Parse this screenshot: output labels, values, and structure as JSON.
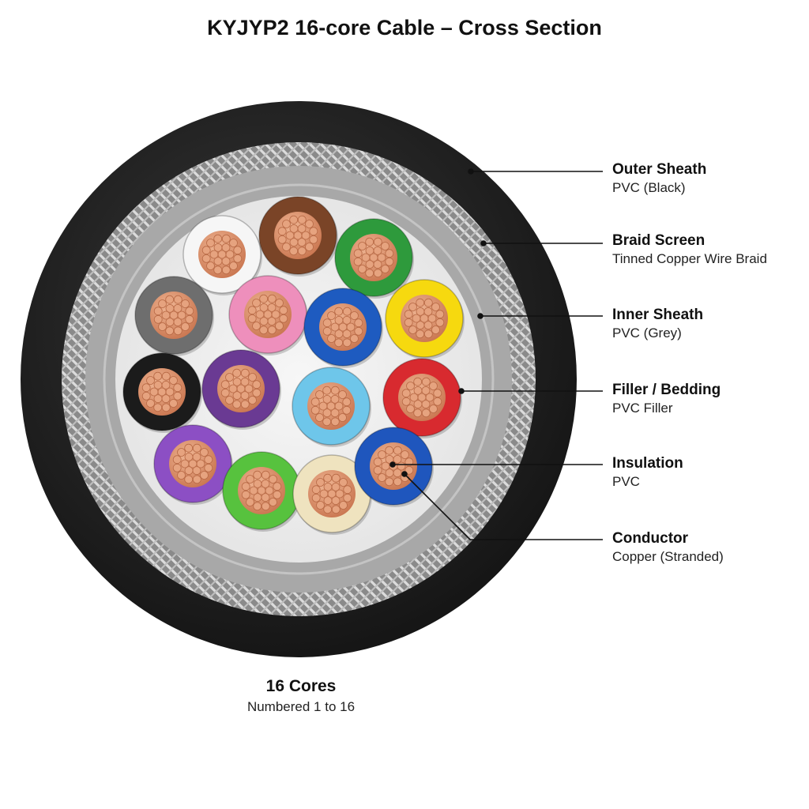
{
  "title": "KYJYP2 16-core Cable – Cross Section",
  "callouts": [
    {
      "name": "Outer Sheath",
      "desc": "PVC (Black)"
    },
    {
      "name": "Braid Screen",
      "desc": "Tinned Copper Wire Braid"
    },
    {
      "name": "Inner Sheath",
      "desc": "PVC (Grey)"
    },
    {
      "name": "Filler / Bedding",
      "desc": "PVC Filler"
    },
    {
      "name": "Insulation",
      "desc": "PVC"
    },
    {
      "name": "Conductor",
      "desc": "Copper (Stranded)"
    }
  ],
  "cores_caption": {
    "title": "16 Cores",
    "subtitle": "Numbered 1 to 16"
  },
  "colors": {
    "outer_sheath": "#1a1a1a",
    "braid": "#a9a9a9",
    "inner_sheath": "#a6a6a6",
    "filler": "#eeeeee",
    "conductor": "#d9936e"
  },
  "cores": [
    {
      "color": "white",
      "hex": "#f6f6f6"
    },
    {
      "color": "brown",
      "hex": "#7a4427"
    },
    {
      "color": "green",
      "hex": "#2e9a3c"
    },
    {
      "color": "grey",
      "hex": "#6e6e6e"
    },
    {
      "color": "pink",
      "hex": "#ee8fbc"
    },
    {
      "color": "blue",
      "hex": "#1e5bc0"
    },
    {
      "color": "yellow",
      "hex": "#f6d90f"
    },
    {
      "color": "black",
      "hex": "#1b1b1b"
    },
    {
      "color": "violet",
      "hex": "#6a3a93"
    },
    {
      "color": "light blue",
      "hex": "#6ec6ea"
    },
    {
      "color": "red",
      "hex": "#d82a2f"
    },
    {
      "color": "purple",
      "hex": "#8c4fc4"
    },
    {
      "color": "light green",
      "hex": "#57c23e"
    },
    {
      "color": "cream",
      "hex": "#efe3bf"
    },
    {
      "color": "blue",
      "hex": "#1f56bd"
    }
  ]
}
